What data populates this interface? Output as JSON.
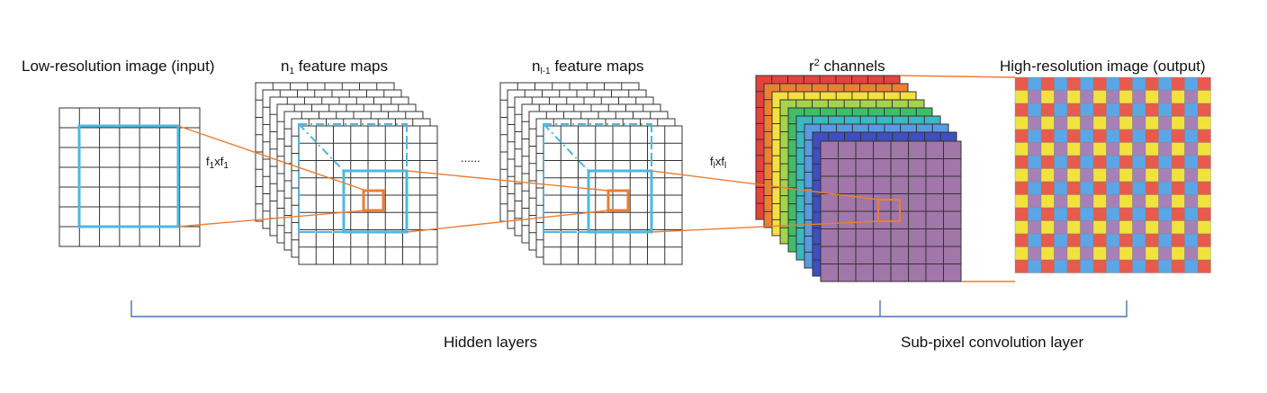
{
  "labels": {
    "input": "Low-resolution image (input)",
    "n1_base": "n",
    "n1_sub": "1",
    "n1_rest": " feature maps",
    "nl_base": "n",
    "nl_sub": "l-1",
    "nl_rest": " feature maps",
    "r2_base": "r",
    "r2_sup": "2",
    "r2_rest": " channels",
    "output": "High-resolution image (output)",
    "f1_a": "f",
    "f1_b": "1",
    "f1_c": "xf",
    "f1_d": "1",
    "fl_a": "f",
    "fl_b": "l",
    "fl_c": "xf",
    "fl_d": "l",
    "ellipsis": "......",
    "hidden_layers": "Hidden layers",
    "subpixel_layer": "Sub-pixel convolution layer"
  },
  "colors": {
    "grid_line": "#333333",
    "receptive_field": "#4ab8e6",
    "selection": "#ed7d31",
    "connector": "#ed7d31",
    "brace": "#4a72b8",
    "channel_layers": [
      "#e8413c",
      "#ef7f30",
      "#f4e040",
      "#a6d34a",
      "#41bd6a",
      "#3cb8c2",
      "#5a9ae0",
      "#3f4fc0"
    ],
    "final_channel": "#a176a8",
    "output_pattern": [
      "#e85a4c",
      "#5aa6e6",
      "#f2e33c",
      "#a880b8"
    ]
  }
}
